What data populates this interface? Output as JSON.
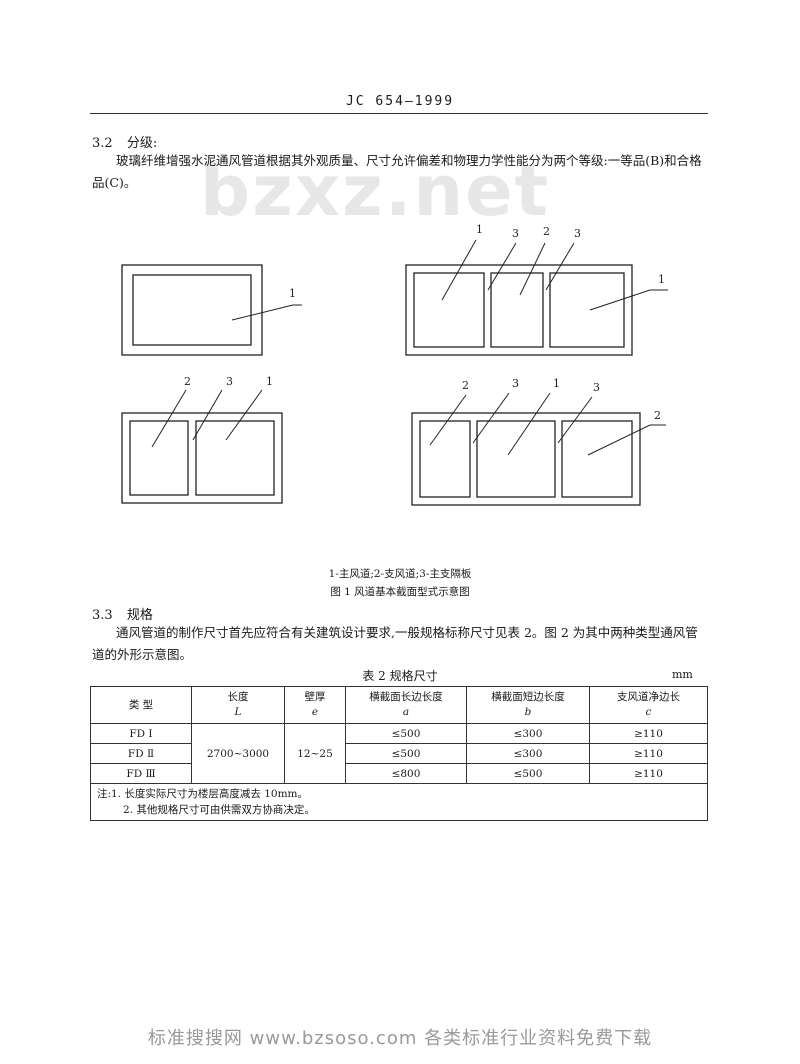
{
  "header": {
    "standard_code": "JC 654—1999"
  },
  "watermark": "bzxz.net",
  "section_3_2": {
    "number": "3.2",
    "title": "分级:",
    "paragraph": "玻璃纤维增强水泥通风管道根据其外观质量、尺寸允许偏差和物理力学性能分为两个等级:一等品(B)和合格品(C)。"
  },
  "figure1": {
    "legend": "1-主风道;2-支风道;3-主支隔板",
    "caption": "图 1   风道基本截面型式示意图",
    "labels": {
      "a1": "1",
      "b1": "1",
      "b2": "3",
      "b3": "2",
      "b4": "3",
      "b5": "1",
      "c1": "2",
      "c2": "3",
      "c3": "1",
      "d1": "2",
      "d2": "3",
      "d3": "1",
      "d4": "3",
      "d5": "2"
    }
  },
  "section_3_3": {
    "number": "3.3",
    "title": "规格",
    "paragraph": "通风管道的制作尺寸首先应符合有关建筑设计要求,一般规格标称尺寸见表 2。图 2 为其中两种类型通风管道的外形示意图。"
  },
  "table2": {
    "title": "表 2   规格尺寸",
    "unit": "mm",
    "headers": [
      {
        "name": "类  型",
        "sym": ""
      },
      {
        "name": "长度",
        "sym": "L"
      },
      {
        "name": "壁厚",
        "sym": "e"
      },
      {
        "name": "横截面长边长度",
        "sym": "a"
      },
      {
        "name": "横截面短边长度",
        "sym": "b"
      },
      {
        "name": "支风道净边长",
        "sym": "c"
      }
    ],
    "rows": [
      {
        "type": "FD I",
        "a": "≤500",
        "b": "≤300",
        "c": "≥110"
      },
      {
        "type": "FD Ⅱ",
        "a": "≤500",
        "b": "≤300",
        "c": "≥110"
      },
      {
        "type": "FD Ⅲ",
        "a": "≤800",
        "b": "≤500",
        "c": "≥110"
      }
    ],
    "length_value": "2700~3000",
    "thickness_value": "12~25",
    "notes": [
      "注:1. 长度实际尺寸为楼层高度减去 10mm。",
      "2. 其他规格尺寸可由供需双方协商决定。"
    ]
  },
  "footer": "标准搜搜网 www.bzsoso.com 各类标准行业资料免费下载"
}
